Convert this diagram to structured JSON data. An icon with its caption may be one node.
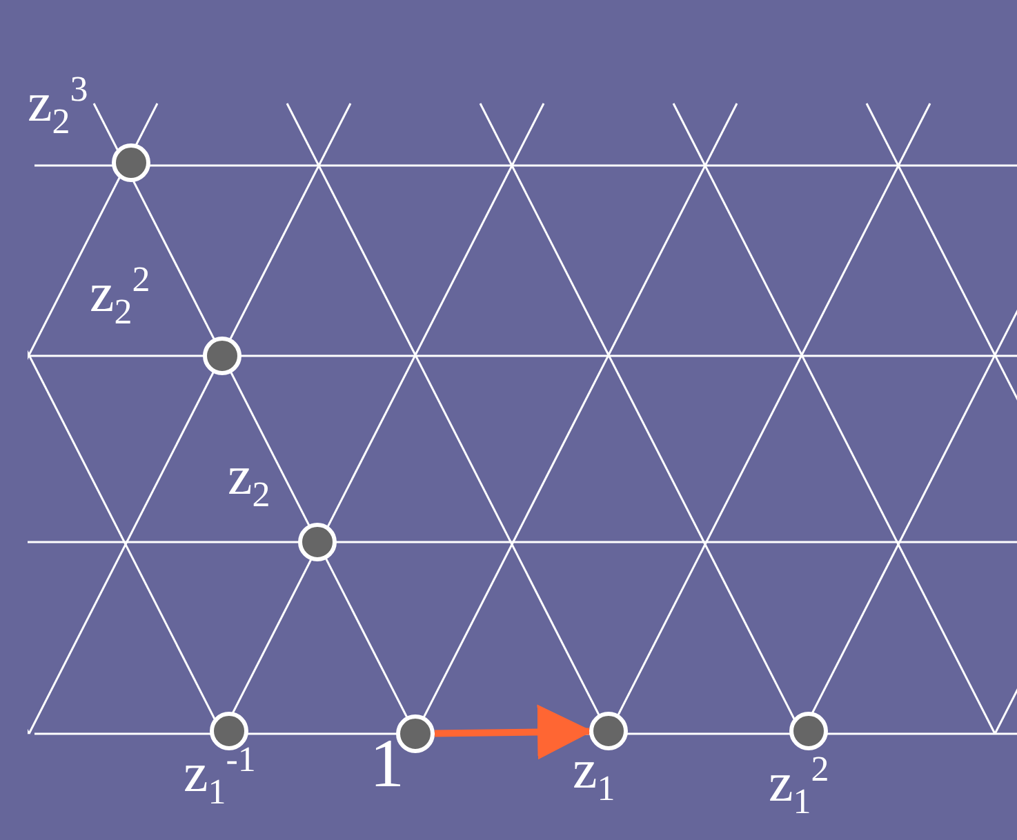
{
  "diagram": {
    "nodes": [
      {
        "text": [],
        "shape": "circle",
        "beside": [
          "z$_{2}$$^{3}$"
        ]
      },
      {
        "text": [],
        "shape": "circle",
        "beside": [
          "z$_{2}$$^{2}$"
        ]
      },
      {
        "text": [],
        "shape": "circle",
        "beside": [
          "z$_{2}$"
        ]
      },
      {
        "text": [],
        "shape": "circle",
        "beside": [
          "z$_{1}$$^{-1}$"
        ]
      },
      {
        "text": [],
        "shape": "circle",
        "beside": [
          "1"
        ]
      },
      {
        "text": [],
        "shape": "circle",
        "beside": [
          "z$_{1}$"
        ]
      },
      {
        "text": [],
        "shape": "circle",
        "beside": [
          "z$_{1}$$^{2}$"
        ]
      }
    ],
    "edges": [
      {
        "from": 4,
        "to": 5,
        "arrow": "to",
        "color": "#ff6633"
      }
    ]
  }
}
